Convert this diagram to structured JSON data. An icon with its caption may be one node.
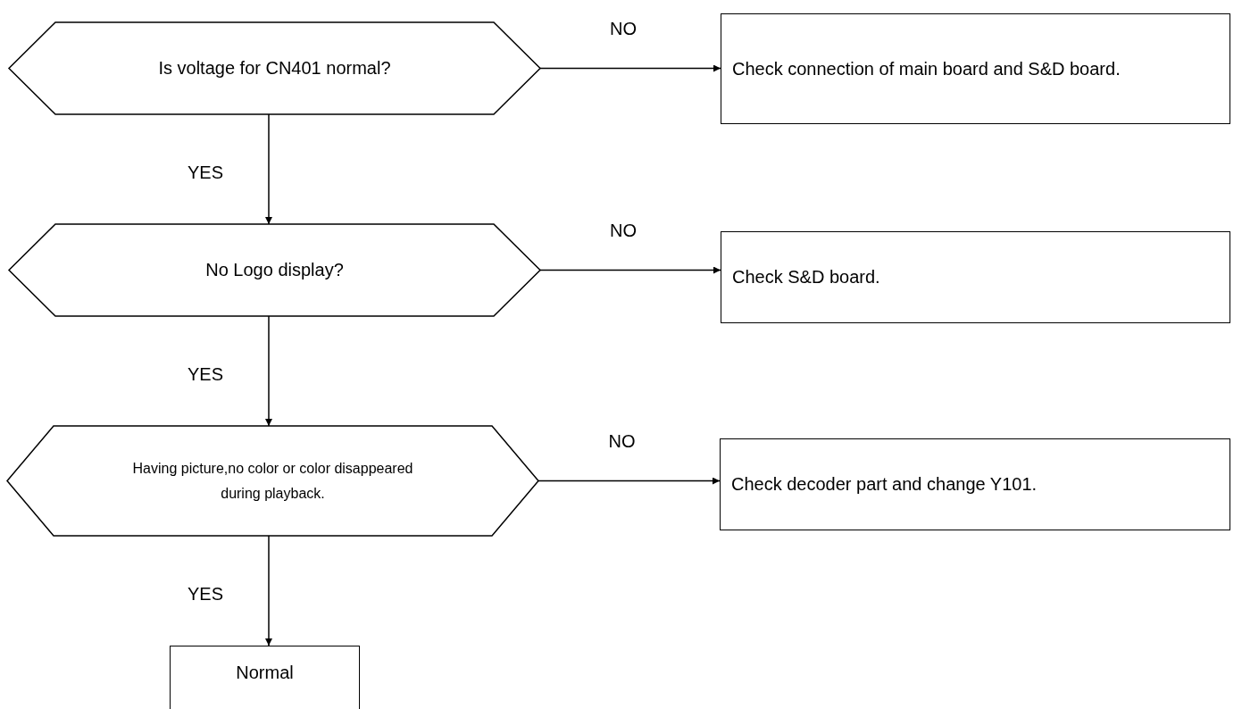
{
  "diagram": {
    "nodes": [
      {
        "text": [
          "Is voltage for CN401 normal?"
        ]
      },
      {
        "text": [
          "Check connection of main board and S&D board."
        ]
      },
      {
        "text": [
          "No Logo display?"
        ]
      },
      {
        "text": [
          "Check S&D board."
        ]
      },
      {
        "text": [
          "Having picture,no color or color disappeared during playback."
        ]
      },
      {
        "text": [
          "Check decoder part and change Y101."
        ]
      },
      {
        "text": [
          "Normal"
        ]
      }
    ],
    "edges": [
      {
        "from": 0,
        "to": 1,
        "arrow": "to",
        "label": "NO"
      },
      {
        "from": 0,
        "to": 2,
        "arrow": "to",
        "label": "YES"
      },
      {
        "from": 2,
        "to": 3,
        "arrow": "to",
        "label": "NO"
      },
      {
        "from": 2,
        "to": 4,
        "arrow": "to",
        "label": "YES"
      },
      {
        "from": 4,
        "to": 5,
        "arrow": "to",
        "label": "NO"
      },
      {
        "from": 4,
        "to": 6,
        "arrow": "to",
        "label": "YES"
      }
    ]
  }
}
